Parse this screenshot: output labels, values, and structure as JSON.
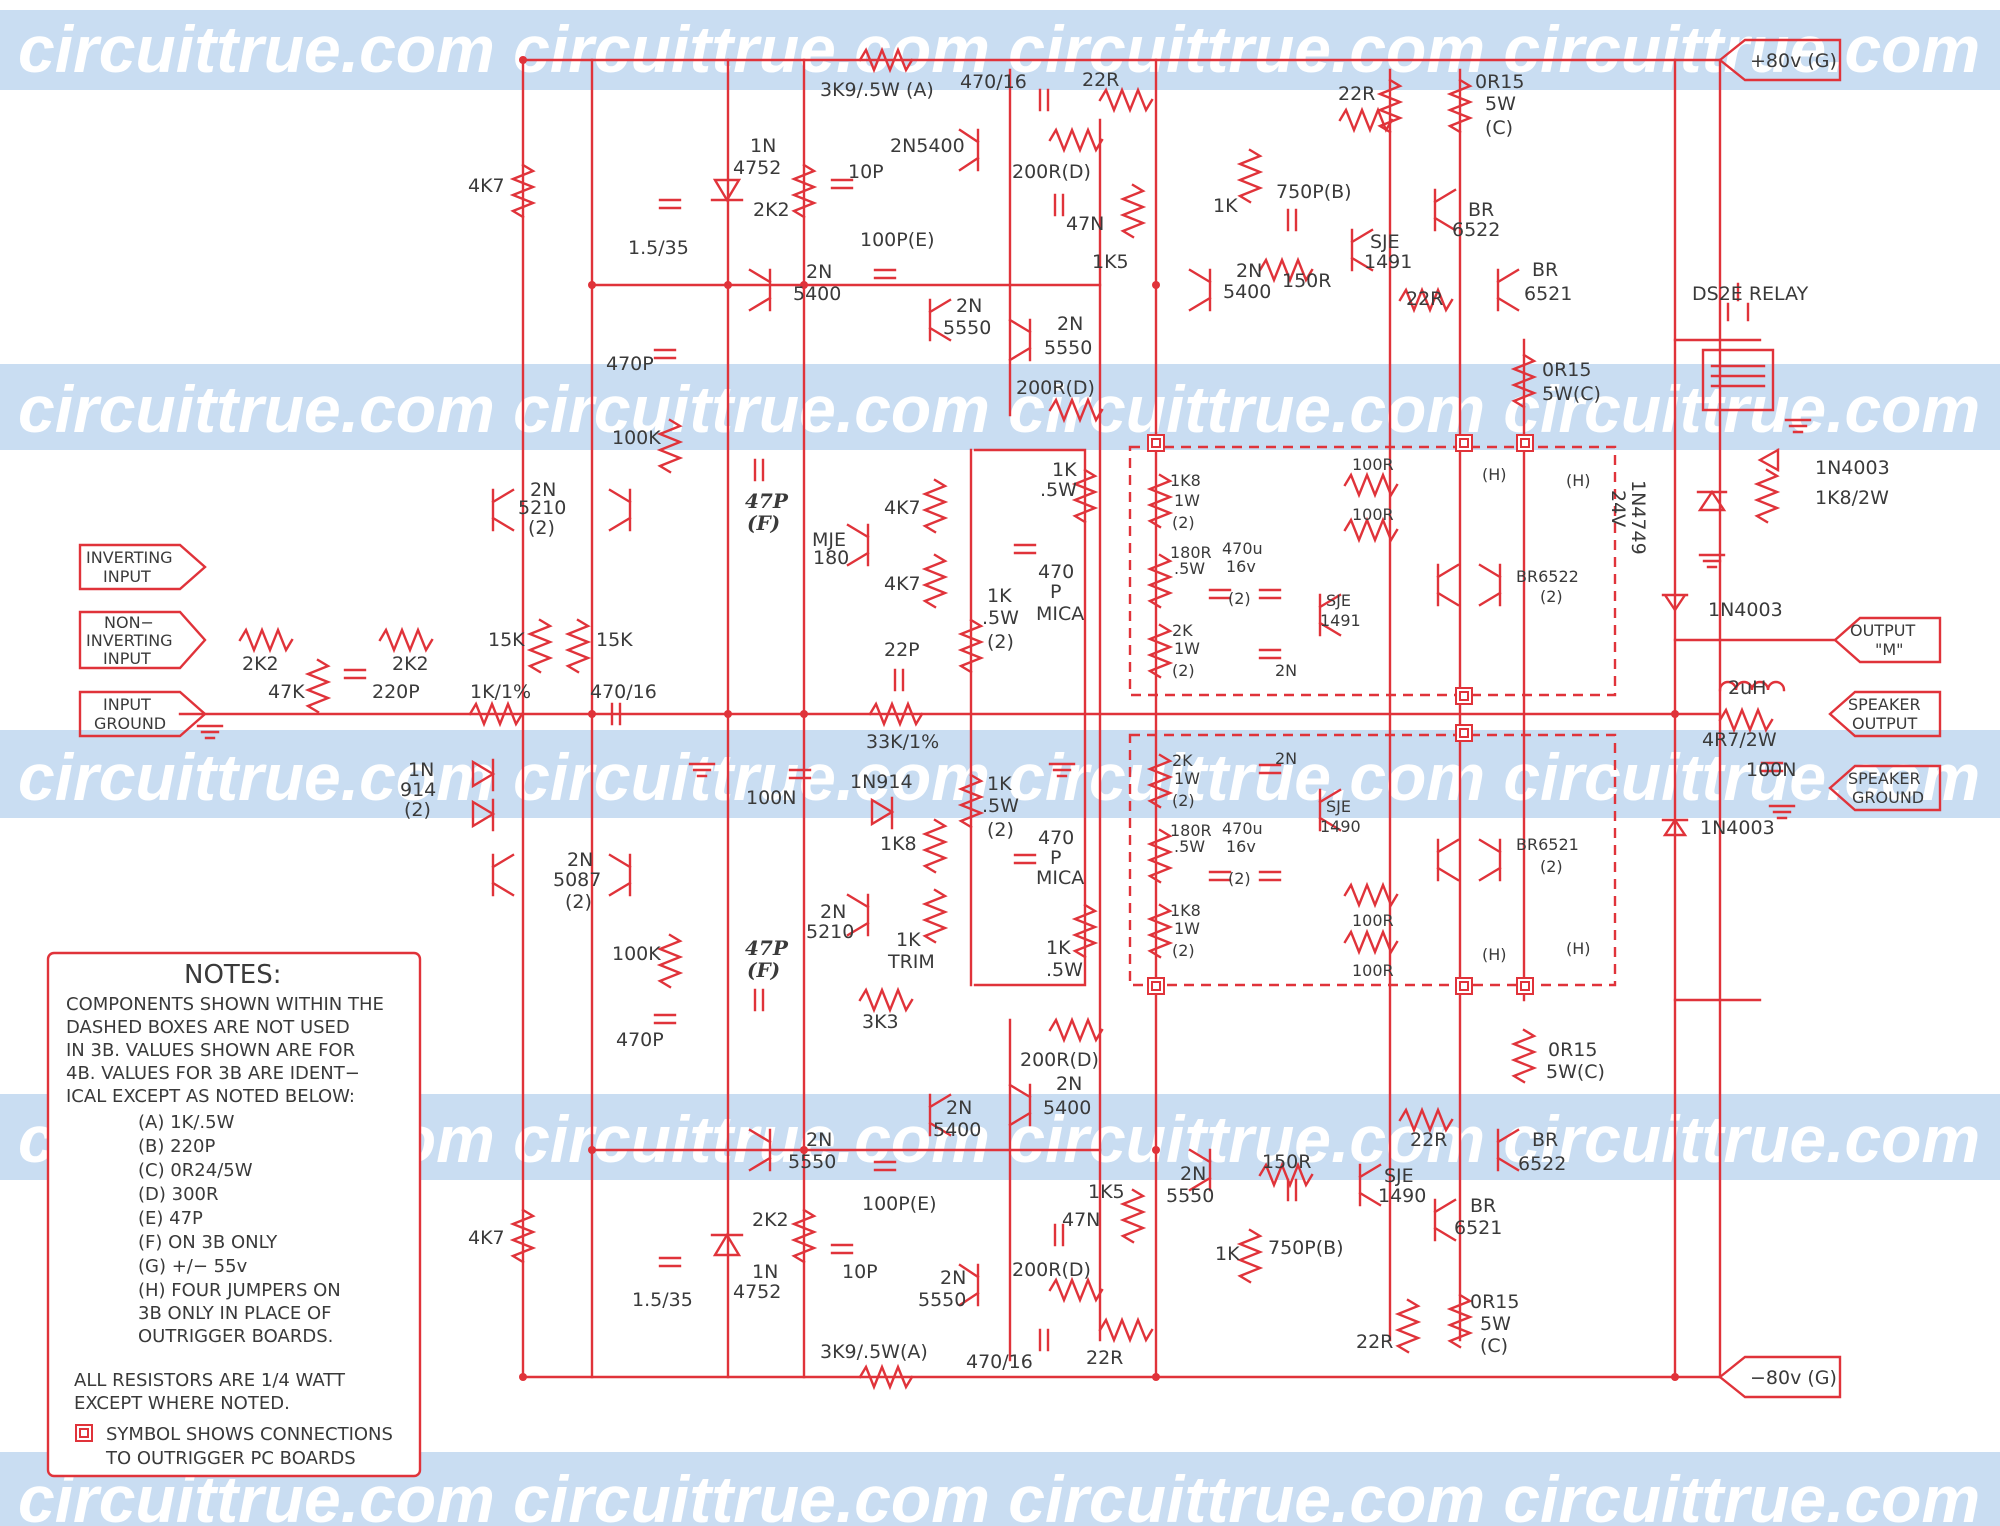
{
  "watermark": "circuittrue.com circuittrue.com circuittrue.com circuittrue.com c",
  "colors": {
    "wire": "#e0333a",
    "text": "#3a3a3a",
    "watermark_band": "#c9ddf2"
  },
  "terminals": {
    "pos_supply": "+80v (G)",
    "neg_supply": "−80v (G)",
    "inverting": [
      "INVERTING",
      "INPUT"
    ],
    "non_inverting": [
      "NON−",
      "INVERTING",
      "INPUT"
    ],
    "input_ground": [
      "INPUT",
      "GROUND"
    ],
    "output_m": [
      "OUTPUT",
      "\"M\""
    ],
    "speaker_output": [
      "SPEAKER",
      "OUTPUT"
    ],
    "speaker_ground": [
      "SPEAKER",
      "GROUND"
    ]
  },
  "labels": {
    "r_3k9_top": "3K9/.5W (A)",
    "c_470_16_top": "470/16",
    "r_22r_top": "22R",
    "r_22r_top2": "22R",
    "r_0r15_top": "0R15",
    "r_0r15_top_b": "5W",
    "r_0r15_top_c": "(C)",
    "d_1n4752_top_a": "1N",
    "d_1n4752_top_b": "4752",
    "c_10p_top": "10P",
    "r_2k2_top": "2K2",
    "c_1_5_35_top": "1.5/35",
    "q_2n5400_top": "2N5400",
    "r_200rd_top": "200R(D)",
    "c_47n_top": "47N",
    "r_1k5_top": "1K5",
    "c_100pe_top": "100P(E)",
    "r_4k7_top": "4K7",
    "q_2n5400_b_a": "2N",
    "q_2n5400_b_b": "5400",
    "q_2n5550_a": "2N",
    "q_2n5550_b": "5550",
    "q_2n5550_2a": "2N",
    "q_2n5550_2b": "5550",
    "r_200rd_mid": "200R(D)",
    "c_750p_top": "750P(B)",
    "r_1k_top": "1K",
    "r_150r_top": "150R",
    "q_2n5400_c_a": "2N",
    "q_2n5400_c_b": "5400",
    "q_sje1491_a": "SJE",
    "q_sje1491_b": "1491",
    "r_22r_mid": "22R",
    "q_br6522_a": "BR",
    "q_br6522_b": "6522",
    "q_br6521_a": "BR",
    "q_br6521_b": "6521",
    "relay": "DS2E RELAY",
    "r_0r15_mid_a": "0R15",
    "r_0r15_mid_b": "5W(C)",
    "c_470p_top": "470P",
    "r_100k_top": "100K",
    "q_2n5210_a": "2N",
    "q_2n5210_b": "5210",
    "q_2n5210_c": "(2)",
    "c_47pf_top_a": "47P",
    "c_47pf_top_b": "(F)",
    "q_mje180_a": "MJE",
    "q_mje180_b": "180",
    "r_4k7_m1": "4K7",
    "r_4k7_m2": "4K7",
    "r_1k_05w_a": "1K",
    "r_1k_05w_b": ".5W",
    "c_470p_mica_a": "470",
    "c_470p_mica_b": "P",
    "c_470p_mica_c": "MICA",
    "r_1k_05w_2a": "1K",
    "r_1k_05w_2b": ".5W",
    "r_1k_05w_2c": "(2)",
    "ob_1k8": "1K8",
    "ob_1w": "1W",
    "ob_2": "(2)",
    "ob_180r": "180R",
    "ob_05w": ".5W",
    "ob_470u": "470u",
    "ob_16v": "16v",
    "ob_2b": "(2)",
    "ob_2k": "2K",
    "ob_1w2": "1W",
    "ob_2c": "(2)",
    "ob_2n": "2N",
    "ob_sje_a": "SJE",
    "ob_sje_b": "1491",
    "ob_100r_a": "100R",
    "ob_100r_b": "100R",
    "ob_br6522": "BR6522",
    "ob_br6522_2": "(2)",
    "ob_h1": "(H)",
    "ob_h2": "(H)",
    "d_1n4749_a": "1N4749",
    "d_1n4749_b": "24V",
    "d_1n4003_r": "1N4003",
    "r_1k8_2w": "1K8/2W",
    "d_1n4003_m": "1N4003",
    "l_2uh": "2uH",
    "r_4r7_2w": "4R7/2W",
    "c_100n_r": "100N",
    "d_1n4003_b": "1N4003",
    "r_2k2_a": "2K2",
    "r_47k": "47K",
    "r_2k2_b": "2K2",
    "c_220p": "220P",
    "r_15k_a": "15K",
    "r_15k_b": "15K",
    "r_1k_1": "1K/1%",
    "c_470_16_m": "470/16",
    "c_22p": "22P",
    "r_33k_1": "33K/1%",
    "d_1n914_a": "1N",
    "d_1n914_b": "914",
    "d_1n914_c": "(2)",
    "c_100n_m": "100N",
    "d_1n914_2": "1N914",
    "r_1k8_m": "1K8",
    "ob2_2k": "2K",
    "ob2_1w": "1W",
    "ob2_2": "(2)",
    "ob2_2n": "2N",
    "ob2_180r": "180R",
    "ob2_05w": ".5W",
    "ob2_470u": "470u",
    "ob2_16v": "16v",
    "ob2_2b": "(2)",
    "ob2_1k8": "1K8",
    "ob2_1w2": "1W",
    "ob2_2c": "(2)",
    "ob2_sje_a": "SJE",
    "ob2_sje_b": "1490",
    "ob2_br6521": "BR6521",
    "ob2_br6521_2": "(2)",
    "ob2_100r_a": "100R",
    "ob2_100r_b": "100R",
    "ob2_h1": "(H)",
    "ob2_h2": "(H)",
    "q_2n5087_a": "2N",
    "q_2n5087_b": "5087",
    "q_2n5087_c": "(2)",
    "q_2n5210_2a": "2N",
    "q_2n5210_2b": "5210",
    "r_1k_trim_a": "1K",
    "r_1k_trim_b": "TRIM",
    "c_47pf_bot_a": "47P",
    "c_47pf_bot_b": "(F)",
    "r_3k3": "3K3",
    "r_100k_bot": "100K",
    "c_470p_bot": "470P",
    "c_470p_mica2_a": "470",
    "c_470p_mica2_b": "P",
    "c_470p_mica2_c": "MICA",
    "r_1k_05w_3a": "1K",
    "r_1k_05w_3b": ".5W",
    "r_1k_05w_3c": "(2)",
    "r_1k_05w_4a": "1K",
    "r_1k_05w_4b": ".5W",
    "r_0r15_b1a": "0R15",
    "r_0r15_b1b": "5W(C)",
    "r_200rd_b1": "200R(D)",
    "q_2n5400_d_a": "2N",
    "q_2n5400_d_b": "5400",
    "q_2n5400_e_a": "2N",
    "q_2n5400_e_b": "5400",
    "r_22r_b1": "22R",
    "q_br6522_b_a": "BR",
    "q_br6522_b_b": "6522",
    "q_2n5550_b_a": "2N",
    "q_2n5550_b_b": "5550",
    "c_100pe_b": "100P(E)",
    "q_2n5550_c_a": "2N",
    "q_2n5550_c_b": "5550",
    "r_150r_b": "150R",
    "q_sje1490_a": "SJE",
    "q_sje1490_b": "1490",
    "q_br6521_b_a": "BR",
    "q_br6521_b_b": "6521",
    "r_1k5_b": "1K5",
    "c_47n_b": "47N",
    "r_2k2_bot": "2K2",
    "r_4k7_bot": "4K7",
    "d_1n4752_b_a": "1N",
    "d_1n4752_b_b": "4752",
    "c_10p_b": "10P",
    "c_1_5_35_b": "1.5/35",
    "q_2n5550_d_a": "2N",
    "q_2n5550_d_b": "5550",
    "r_200rd_b2": "200R(D)",
    "r_1k_b": "1K",
    "c_750p_b": "750P(B)",
    "r_0r15_b2a": "0R15",
    "r_0r15_b2b": "5W",
    "r_0r15_b2c": "(C)",
    "r_22r_b2": "22R",
    "r_3k9_bot": "3K9/.5W(A)",
    "c_470_16_bot": "470/16",
    "r_22r_b3": "22R"
  },
  "notes": {
    "title": "NOTES:",
    "lines": [
      "COMPONENTS SHOWN WITHIN THE",
      "DASHED BOXES ARE NOT USED",
      "IN 3B. VALUES SHOWN ARE FOR",
      "4B. VALUES FOR 3B ARE IDENT−",
      "ICAL EXCEPT AS NOTED BELOW:"
    ],
    "items": [
      "(A)  1K/.5W",
      "(B)  220P",
      "(C)  0R24/5W",
      "(D)  300R",
      "(E)  47P",
      "(F)  ON 3B ONLY",
      "(G)  +/− 55v",
      "(H)  FOUR JUMPERS ON",
      "        3B ONLY IN PLACE OF",
      "        OUTRIGGER BOARDS."
    ],
    "resistors": [
      "ALL RESISTORS ARE 1/4 WATT",
      "EXCEPT WHERE NOTED."
    ],
    "symbol": [
      "SYMBOL SHOWS CONNECTIONS",
      "TO OUTRIGGER PC BOARDS"
    ]
  }
}
